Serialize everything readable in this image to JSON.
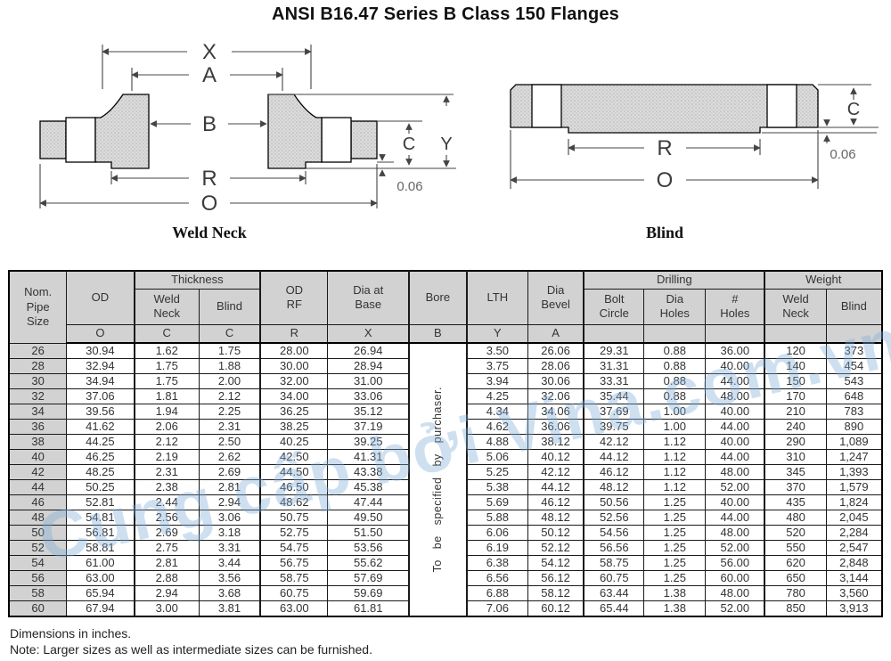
{
  "title": "ANSI B16.47 Series B Class 150 Flanges",
  "diagrams": {
    "weld_neck": {
      "caption": "Weld Neck",
      "dim_x": "X",
      "dim_a": "A",
      "dim_b": "B",
      "dim_r": "R",
      "dim_o": "O",
      "dim_c": "C",
      "dim_y": "Y",
      "raised_face": "0.06"
    },
    "blind": {
      "caption": "Blind",
      "dim_r": "R",
      "dim_o": "O",
      "dim_c": "C",
      "raised_face": "0.06"
    }
  },
  "table": {
    "group_headers": {
      "thickness": "Thickness",
      "drilling": "Drilling",
      "weight": "Weight"
    },
    "columns": {
      "nom_pipe_size": "Nom.\nPipe\nSize",
      "od": "OD",
      "weld_neck": "Weld\nNeck",
      "blind": "Blind",
      "od_rf": "OD\nRF",
      "dia_at_base": "Dia at\nBase",
      "bore": "Bore",
      "lth": "LTH",
      "dia_bevel": "Dia\nBevel",
      "bolt_circle": "Bolt\nCircle",
      "dia_holes": "Dia\nHoles",
      "num_holes": "#\nHoles",
      "weight_weld_neck": "Weld\nNeck",
      "weight_blind": "Blind"
    },
    "letters": {
      "od": "O",
      "weld_neck": "C",
      "blind": "C",
      "od_rf": "R",
      "dia_at_base": "X",
      "bore": "B",
      "lth": "Y",
      "dia_bevel": "A"
    },
    "bore_note": "To be specified by purchaser.",
    "rows": [
      [
        "26",
        "30.94",
        "1.62",
        "1.75",
        "28.00",
        "26.94",
        "3.50",
        "26.06",
        "29.31",
        "0.88",
        "36.00",
        "120",
        "373"
      ],
      [
        "28",
        "32.94",
        "1.75",
        "1.88",
        "30.00",
        "28.94",
        "3.75",
        "28.06",
        "31.31",
        "0.88",
        "40.00",
        "140",
        "454"
      ],
      [
        "30",
        "34.94",
        "1.75",
        "2.00",
        "32.00",
        "31.00",
        "3.94",
        "30.06",
        "33.31",
        "0.88",
        "44.00",
        "150",
        "543"
      ],
      [
        "32",
        "37.06",
        "1.81",
        "2.12",
        "34.00",
        "33.06",
        "4.25",
        "32.06",
        "35.44",
        "0.88",
        "48.00",
        "170",
        "648"
      ],
      [
        "34",
        "39.56",
        "1.94",
        "2.25",
        "36.25",
        "35.12",
        "4.34",
        "34.06",
        "37.69",
        "1.00",
        "40.00",
        "210",
        "783"
      ],
      [
        "36",
        "41.62",
        "2.06",
        "2.31",
        "38.25",
        "37.19",
        "4.62",
        "36.06",
        "39.75",
        "1.00",
        "44.00",
        "240",
        "890"
      ],
      [
        "38",
        "44.25",
        "2.12",
        "2.50",
        "40.25",
        "39.25",
        "4.88",
        "38.12",
        "42.12",
        "1.12",
        "40.00",
        "290",
        "1,089"
      ],
      [
        "40",
        "46.25",
        "2.19",
        "2.62",
        "42.50",
        "41.31",
        "5.06",
        "40.12",
        "44.12",
        "1.12",
        "44.00",
        "310",
        "1,247"
      ],
      [
        "42",
        "48.25",
        "2.31",
        "2.69",
        "44.50",
        "43.38",
        "5.25",
        "42.12",
        "46.12",
        "1.12",
        "48.00",
        "345",
        "1,393"
      ],
      [
        "44",
        "50.25",
        "2.38",
        "2.81",
        "46.50",
        "45.38",
        "5.38",
        "44.12",
        "48.12",
        "1.12",
        "52.00",
        "370",
        "1,579"
      ],
      [
        "46",
        "52.81",
        "2.44",
        "2.94",
        "48.62",
        "47.44",
        "5.69",
        "46.12",
        "50.56",
        "1.25",
        "40.00",
        "435",
        "1,824"
      ],
      [
        "48",
        "54.81",
        "2.56",
        "3.06",
        "50.75",
        "49.50",
        "5.88",
        "48.12",
        "52.56",
        "1.25",
        "44.00",
        "480",
        "2,045"
      ],
      [
        "50",
        "56.81",
        "2.69",
        "3.18",
        "52.75",
        "51.50",
        "6.06",
        "50.12",
        "54.56",
        "1.25",
        "48.00",
        "520",
        "2,284"
      ],
      [
        "52",
        "58.81",
        "2.75",
        "3.31",
        "54.75",
        "53.56",
        "6.19",
        "52.12",
        "56.56",
        "1.25",
        "52.00",
        "550",
        "2,547"
      ],
      [
        "54",
        "61.00",
        "2.81",
        "3.44",
        "56.75",
        "55.62",
        "6.38",
        "54.12",
        "58.75",
        "1.25",
        "56.00",
        "620",
        "2,848"
      ],
      [
        "56",
        "63.00",
        "2.88",
        "3.56",
        "58.75",
        "57.69",
        "6.56",
        "56.12",
        "60.75",
        "1.25",
        "60.00",
        "650",
        "3,144"
      ],
      [
        "58",
        "65.94",
        "2.94",
        "3.68",
        "60.75",
        "59.69",
        "6.88",
        "58.12",
        "63.44",
        "1.38",
        "48.00",
        "780",
        "3,560"
      ],
      [
        "60",
        "67.94",
        "3.00",
        "3.81",
        "63.00",
        "61.81",
        "7.06",
        "60.12",
        "65.44",
        "1.38",
        "52.00",
        "850",
        "3,913"
      ]
    ]
  },
  "notes": {
    "line1": "Dimensions in inches.",
    "line2": "Note: Larger sizes as well as intermediate sizes can be furnished."
  },
  "watermark": {
    "text": "Cung cấp bởi Vina.com.vn"
  }
}
